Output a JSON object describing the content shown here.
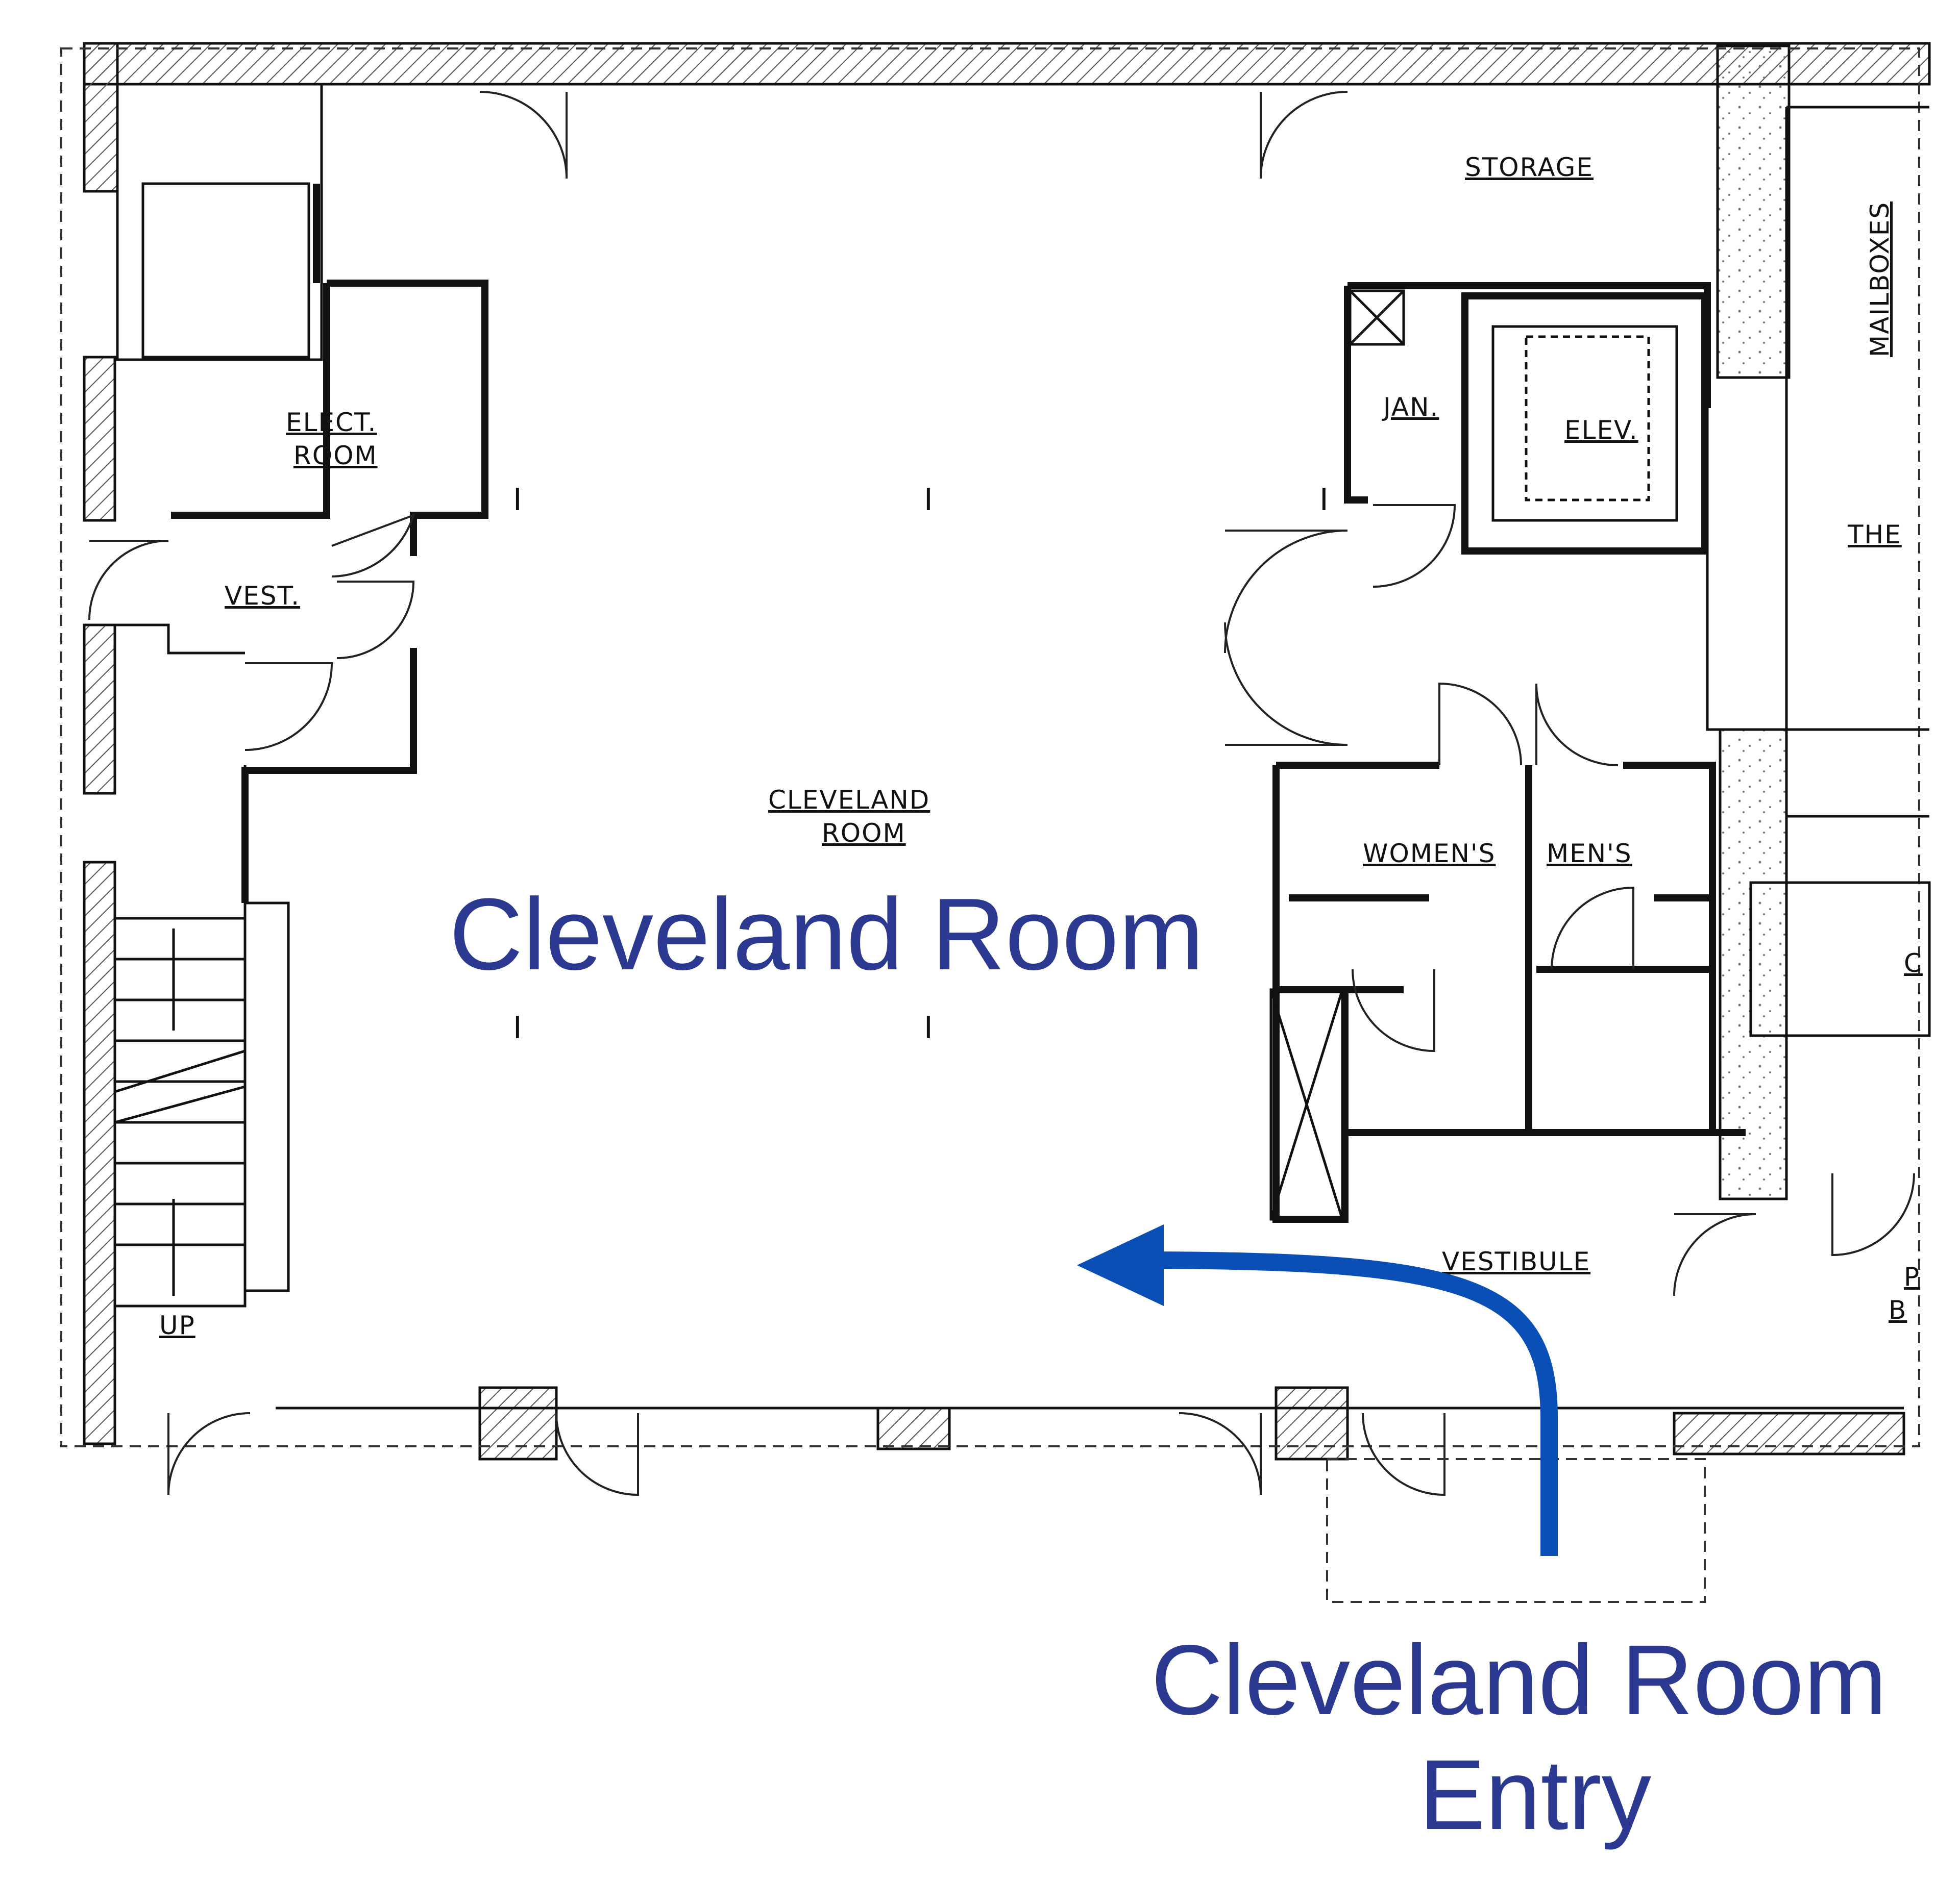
{
  "rooms": {
    "storage": "STORAGE",
    "mailboxes": "MAILBOXES",
    "elect_line1": "ELECT.",
    "elect_line2": "ROOM",
    "jan": "JAN.",
    "elev": "ELEV.",
    "the": "THE",
    "vest": "VEST.",
    "cleveland_line1": "CLEVELAND",
    "cleveland_line2": "ROOM",
    "womens": "WOMEN'S",
    "mens": "MEN'S",
    "vestibule": "VESTIBULE",
    "up": "UP",
    "partial_c": "C",
    "partial_p": "P",
    "partial_b": "B"
  },
  "annotations": {
    "main_room": "Cleveland Room",
    "entry_line1": "Cleveland Room",
    "entry_line2": "Entry"
  },
  "colors": {
    "annotation": "#2b3990",
    "arrow": "#0a4fb5",
    "walls": "#111111"
  }
}
